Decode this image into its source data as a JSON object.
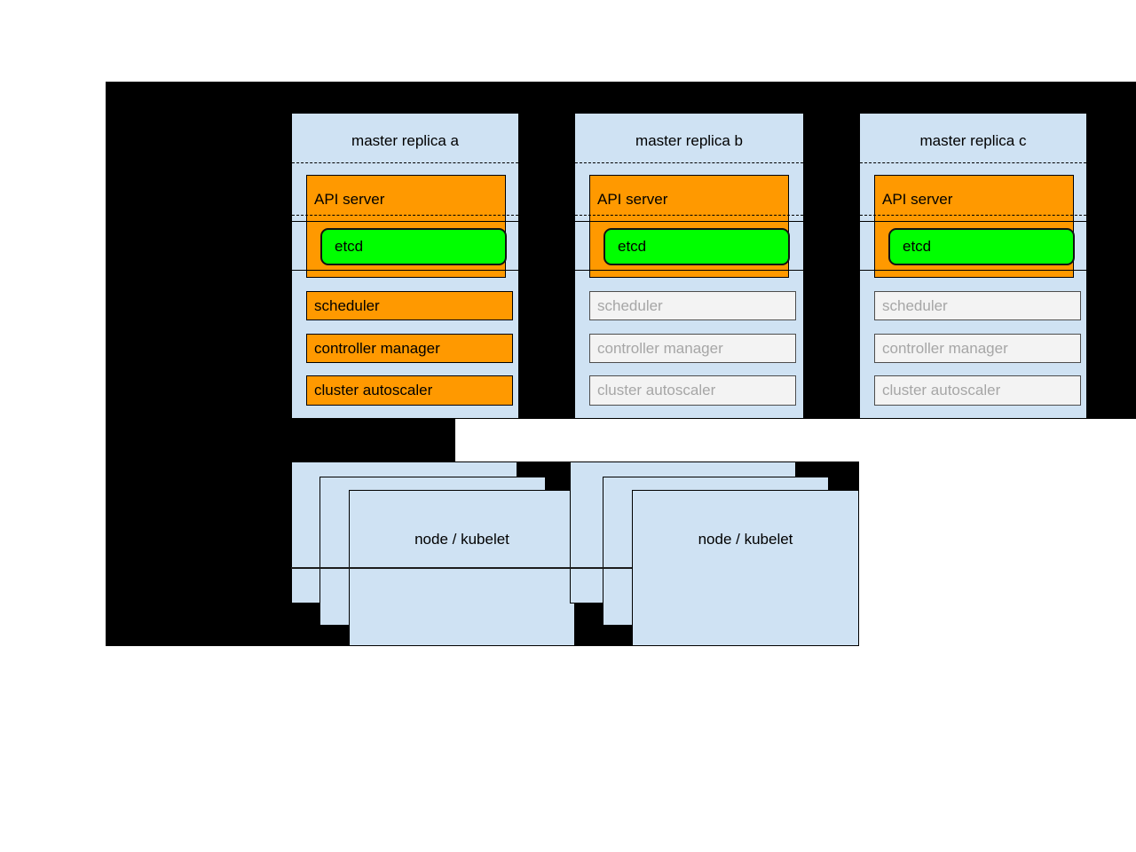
{
  "masters": [
    {
      "title": "master replica a",
      "api_server_label": "API server",
      "etcd_label": "etcd",
      "components": [
        "scheduler",
        "controller manager",
        "cluster autoscaler"
      ],
      "state": "active"
    },
    {
      "title": "master replica b",
      "api_server_label": "API server",
      "etcd_label": "etcd",
      "components": [
        "scheduler",
        "controller manager",
        "cluster autoscaler"
      ],
      "state": "standby"
    },
    {
      "title": "master replica c",
      "api_server_label": "API server",
      "etcd_label": "etcd",
      "components": [
        "scheduler",
        "controller manager",
        "cluster autoscaler"
      ],
      "state": "standby"
    }
  ],
  "nodes": [
    {
      "label": "node / kubelet"
    },
    {
      "label": "node / kubelet"
    }
  ],
  "colors": {
    "backdrop": "#000000",
    "panel_blue": "#cfe2f3",
    "active_orange": "#ff9900",
    "etcd_green": "#00ff00",
    "inactive_fill": "#f3f3f3",
    "inactive_text": "#a6a6a6"
  }
}
